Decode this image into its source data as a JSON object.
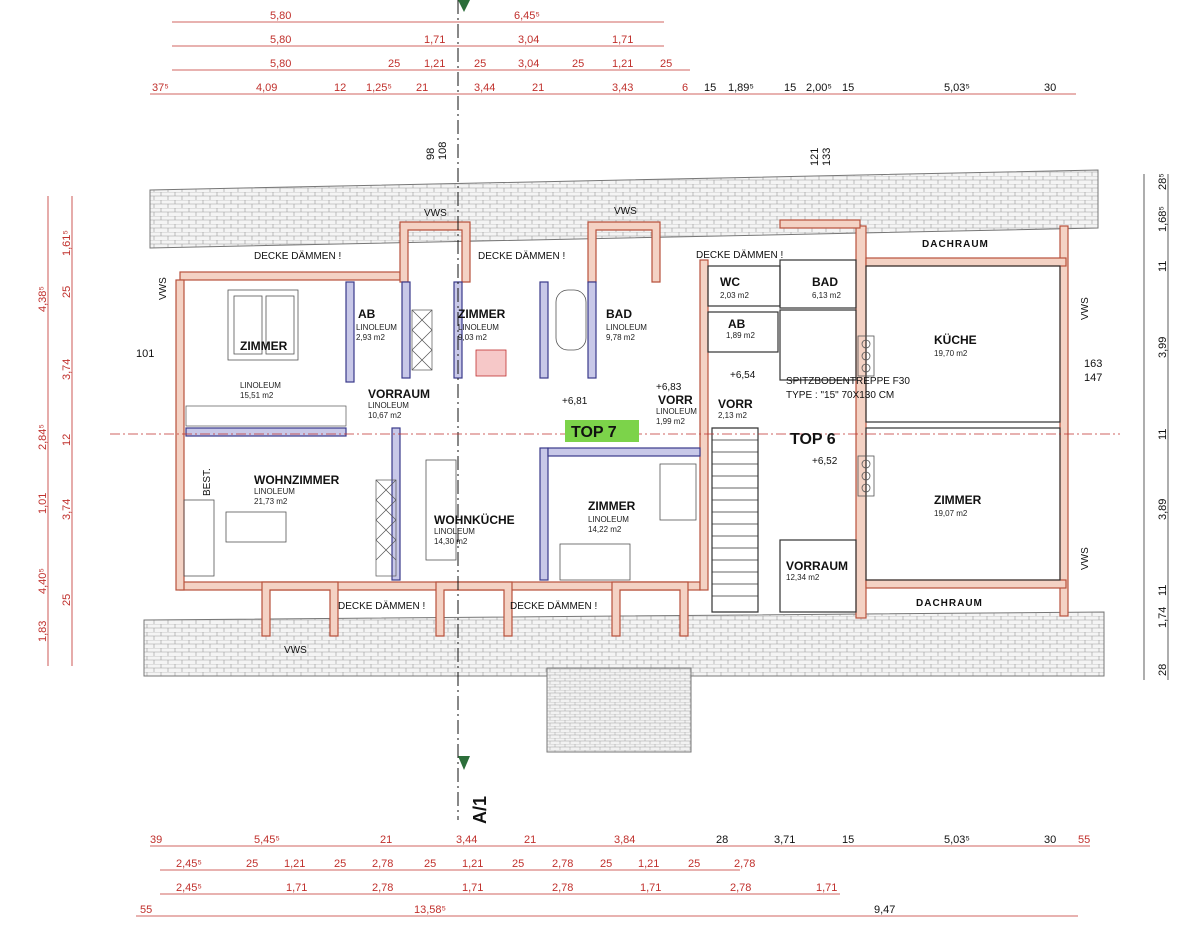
{
  "section_label": "A/1",
  "units": [
    {
      "label": "TOP 7"
    },
    {
      "label": "TOP 6"
    }
  ],
  "rooms": [
    {
      "name": "ZIMMER",
      "floor": "LINOLEUM",
      "area": "15,51 m2"
    },
    {
      "name": "AB",
      "floor": "LINOLEUM",
      "area": "2,93 m2"
    },
    {
      "name": "ZIMMER",
      "floor": "LINOLEUM",
      "area": "9,03 m2"
    },
    {
      "name": "BAD",
      "floor": "LINOLEUM",
      "area": "9,78 m2"
    },
    {
      "name": "VORRAUM",
      "floor": "LINOLEUM",
      "area": "10,67 m2"
    },
    {
      "name": "VORR",
      "floor": "LINOLEUM",
      "area": "1,99 m2"
    },
    {
      "name": "WOHNZIMMER",
      "floor": "LINOLEUM",
      "area": "21,73 m2"
    },
    {
      "name": "WOHNKÜCHE",
      "floor": "LINOLEUM",
      "area": "14,30 m2"
    },
    {
      "name": "ZIMMER",
      "floor": "LINOLEUM",
      "area": "14,22 m2"
    },
    {
      "name": "WC",
      "floor": "",
      "area": "2,03 m2"
    },
    {
      "name": "BAD",
      "floor": "",
      "area": "6,13 m2"
    },
    {
      "name": "AB",
      "floor": "",
      "area": "1,89 m2"
    },
    {
      "name": "VORR",
      "floor": "",
      "area": "2,13 m2"
    },
    {
      "name": "KÜCHE",
      "floor": "",
      "area": "19,70 m2"
    },
    {
      "name": "ZIMMER",
      "floor": "",
      "area": "19,07 m2"
    },
    {
      "name": "VORRAUM",
      "floor": "",
      "area": "12,34 m2"
    }
  ],
  "labels": {
    "decke_daemmen": "DECKE DÄMMEN !",
    "dachraum": "DACHRAUM",
    "vws": "VWS",
    "best_inuntergang": "BEST.",
    "spitzboden": "SPITZBODENTREPPE F30",
    "spitzboden_type": "TYPE : \"15\"   70X130 CM",
    "levels": [
      "+6,81",
      "+6,83",
      "+6,54",
      "+6,52"
    ]
  },
  "dims_top": [
    [
      "5,80",
      "6,45⁵"
    ],
    [
      "5,80",
      "1,71",
      "3,04",
      "1,71"
    ],
    [
      "5,80",
      "25",
      "1,21",
      "25",
      "3,04",
      "25",
      "1,21",
      "25"
    ],
    [
      "37⁵",
      "4,09",
      "12",
      "1,25⁵",
      "21",
      "3,44",
      "21",
      "3,43",
      "6",
      "15",
      "1,89⁵",
      "15",
      "2,00⁵",
      "15",
      "5,03⁵",
      "30"
    ]
  ],
  "dims_bottom": [
    [
      "39",
      "5,45⁵",
      "21",
      "3,44",
      "21",
      "3,84",
      "28",
      "3,71",
      "15",
      "5,03⁵",
      "30",
      "55"
    ],
    [
      "2,45⁵",
      "25",
      "1,21",
      "25",
      "2,78",
      "25",
      "1,21",
      "25",
      "2,78",
      "25",
      "1,21",
      "25",
      "2,78"
    ],
    [
      "2,45⁵",
      "1,71",
      "2,78",
      "1,71",
      "2,78",
      "1,71",
      "2,78",
      "1,71"
    ],
    [
      "55",
      "13,58⁵",
      "9,47"
    ]
  ],
  "dims_left": [
    "1,61⁵",
    "4,38⁵",
    "25",
    "3,74",
    "12",
    "2,84⁵",
    "1,01",
    "3,74",
    "4,40⁵",
    "25",
    "1,83"
  ],
  "dims_right": [
    "28⁵",
    "1,68⁵",
    "11",
    "3,99",
    "11",
    "3,89",
    "11",
    "1,74",
    "28"
  ],
  "window_dims": [
    "98",
    "108",
    "121",
    "133",
    "101",
    "163",
    "147"
  ]
}
